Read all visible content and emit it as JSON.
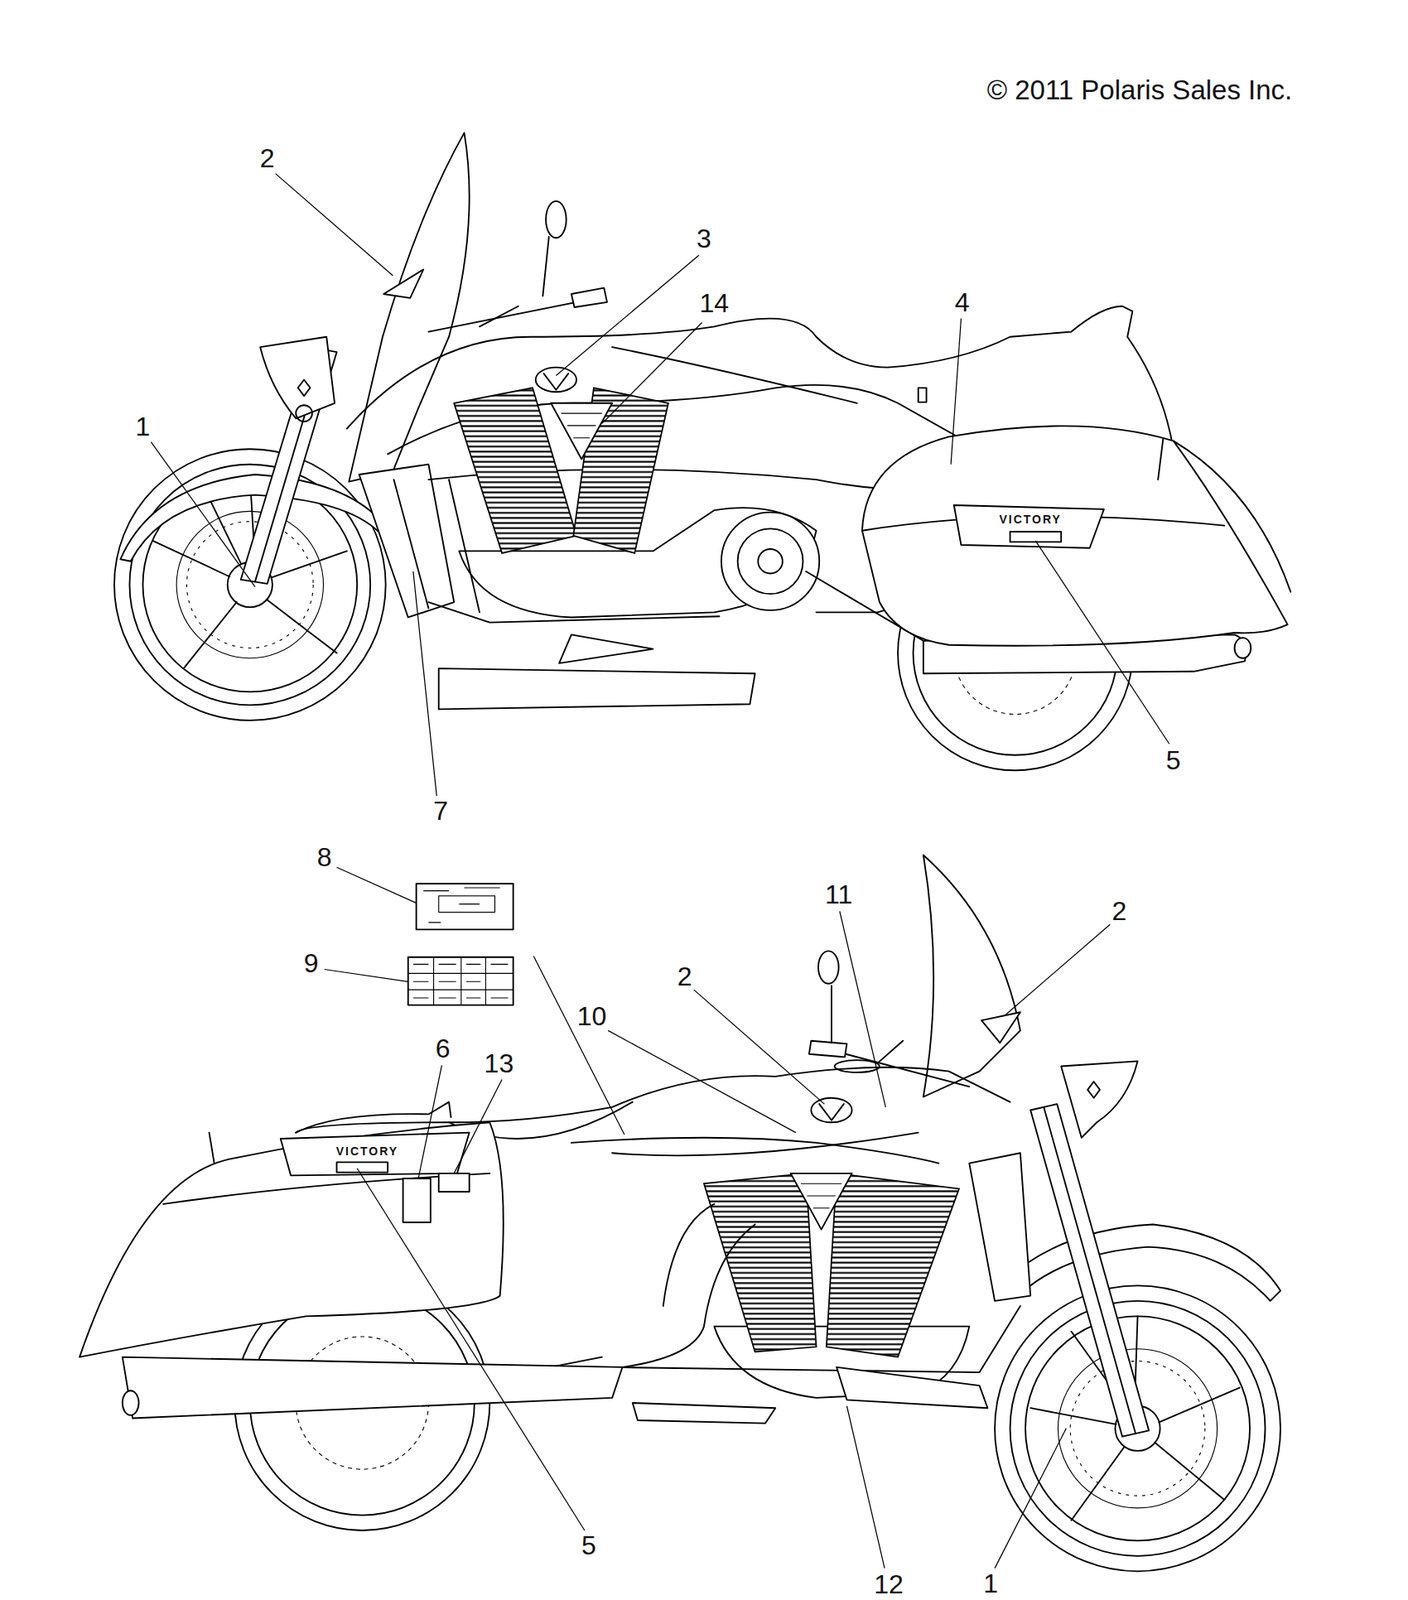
{
  "diagram": {
    "labels": [
      "© 2011 Polaris Sales Inc.",
      "2",
      "3",
      "14",
      "4",
      "1",
      "VICTORY",
      "5",
      "7",
      "8",
      "11",
      "2",
      "9",
      "2",
      "10",
      "6",
      "13",
      "VICTORY",
      "5",
      "12",
      "1"
    ]
  }
}
